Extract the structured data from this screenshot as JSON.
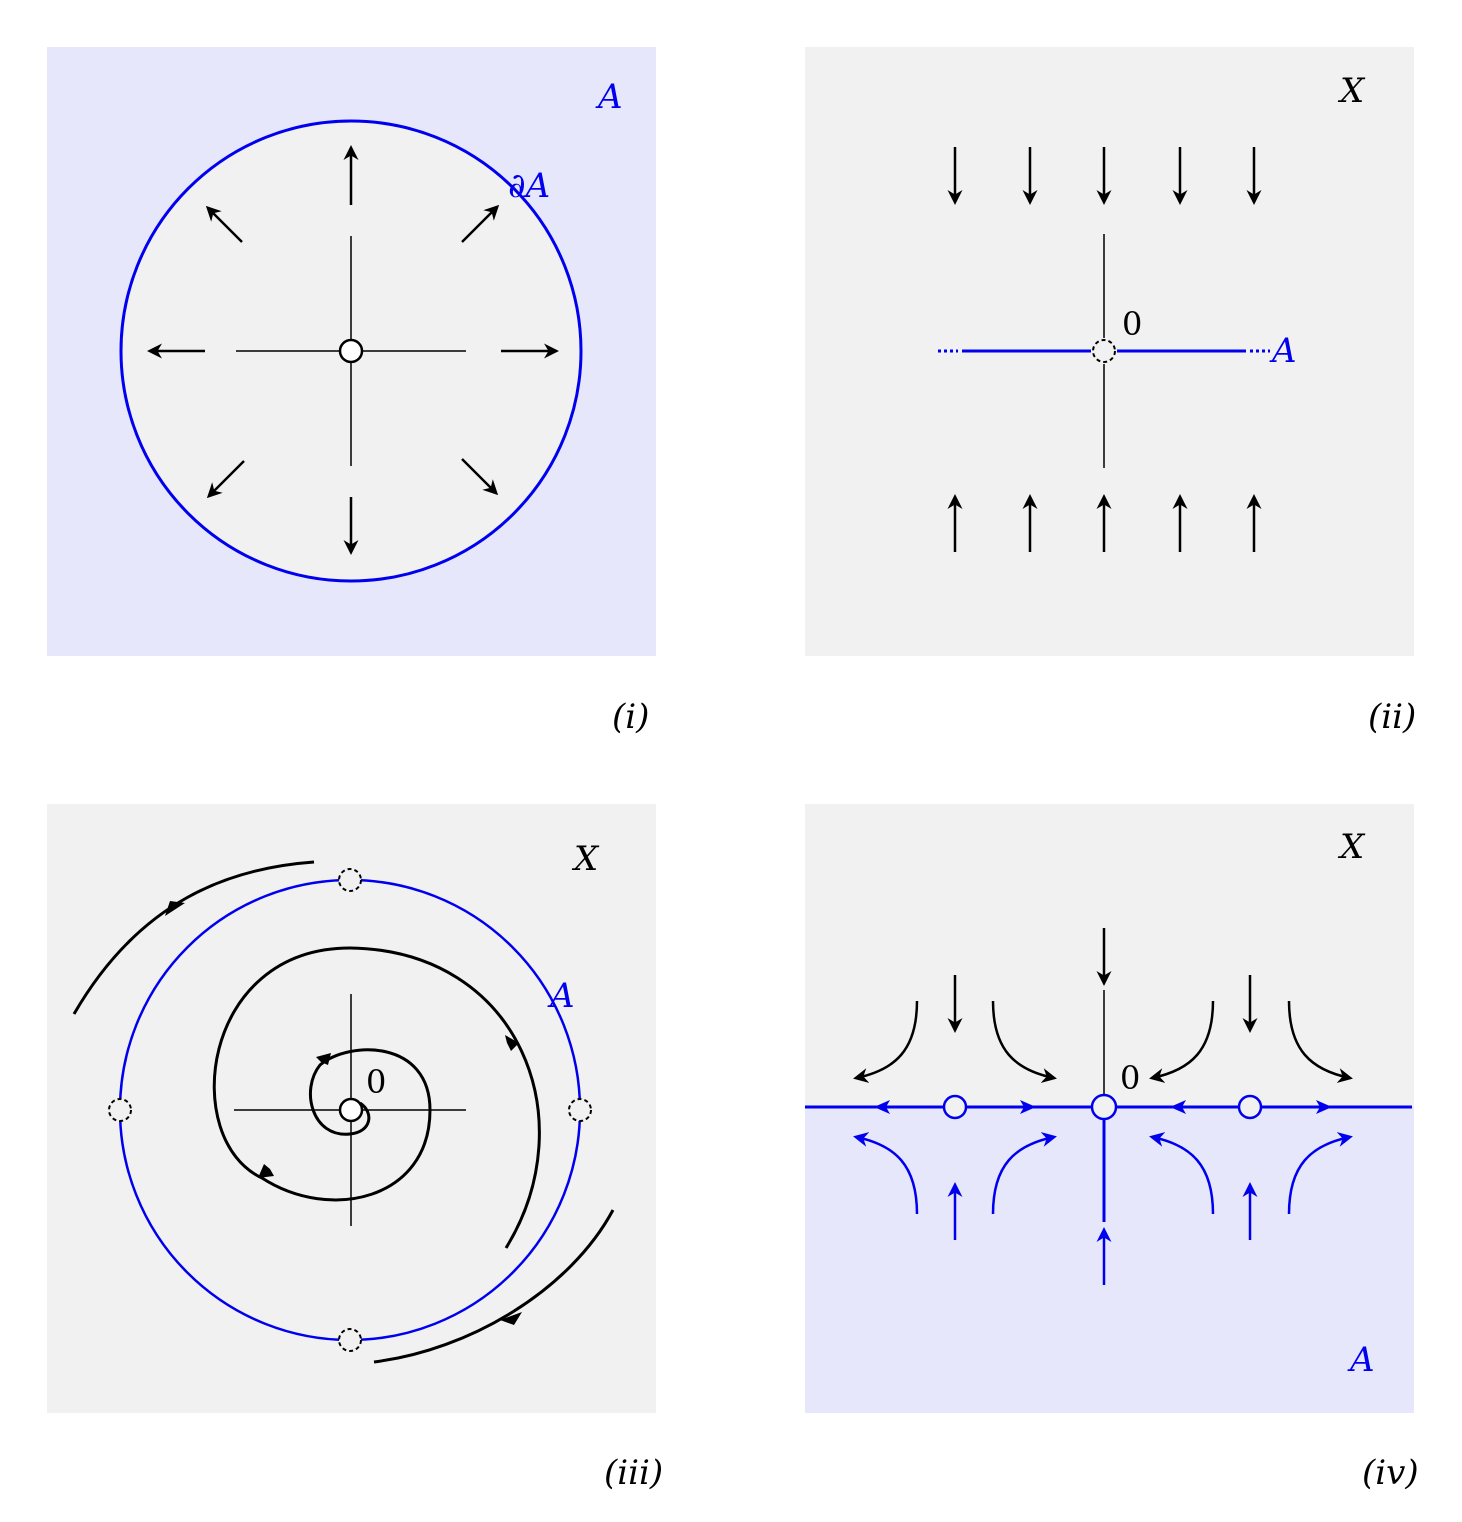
{
  "colors": {
    "panel_gray": "#f1f1f1",
    "panel_blue": "#e7e7fb",
    "blue": "#0000ee",
    "black": "#000000"
  },
  "panels": {
    "i": {
      "caption": "(i)",
      "set_label": "A",
      "boundary_label": "∂A"
    },
    "ii": {
      "caption": "(ii)",
      "space_label": "X",
      "set_label": "A",
      "origin_label": "0"
    },
    "iii": {
      "caption": "(iii)",
      "space_label": "X",
      "set_label": "A",
      "origin_label": "0"
    },
    "iv": {
      "caption": "(iv)",
      "space_label": "X",
      "set_label": "A",
      "origin_label": "0"
    }
  }
}
